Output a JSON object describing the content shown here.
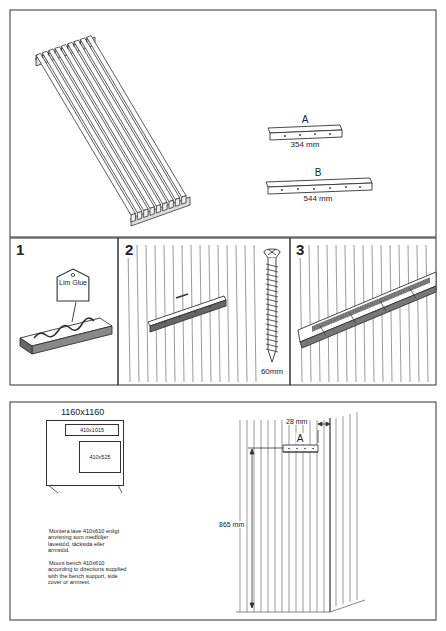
{
  "diagram": {
    "nodes": [
      {
        "text": [
          "Lim Glue"
        ]
      },
      {
        "text": [
          "1160x1160"
        ]
      },
      {
        "text": [
          "410x1015"
        ],
        "in": 1
      },
      {
        "text": [
          "410x525"
        ],
        "in": 1
      }
    ],
    "labels": [
      "A",
      "354 mm",
      "B",
      "544 mm",
      "1",
      "2",
      "3",
      "60mm",
      "Montera lave 410x610 enligt anvisning som medföljer lavestöd, täcksida eller armstöd.",
      "Mount bench 410x610 according to directions supplied with the bench support, side cover or armrest.",
      "28 mm",
      "A",
      "865 mm"
    ]
  }
}
